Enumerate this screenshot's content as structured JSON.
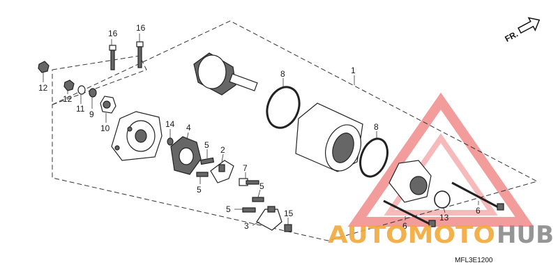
{
  "diagram": {
    "code": "MFL3E1200",
    "fr_label": "FR.",
    "callouts": {
      "c1": "1",
      "c2": "2",
      "c3": "3",
      "c4": "4",
      "c5a": "5",
      "c5b": "5",
      "c5c": "5",
      "c5d": "5",
      "c6a": "6",
      "c6b": "6",
      "c7": "7",
      "c8a": "8",
      "c8b": "8",
      "c9": "9",
      "c10": "10",
      "c11": "11",
      "c12a": "12",
      "c12b": "12",
      "c13": "13",
      "c14": "14",
      "c15": "15",
      "c16a": "16",
      "c16b": "16"
    }
  },
  "watermark": {
    "part1": "AUTOMOTO",
    "part2": "HUB",
    "colors": {
      "red": "#e84c4c",
      "orange": "#f2a93b",
      "gray": "#8a8a8a"
    }
  }
}
